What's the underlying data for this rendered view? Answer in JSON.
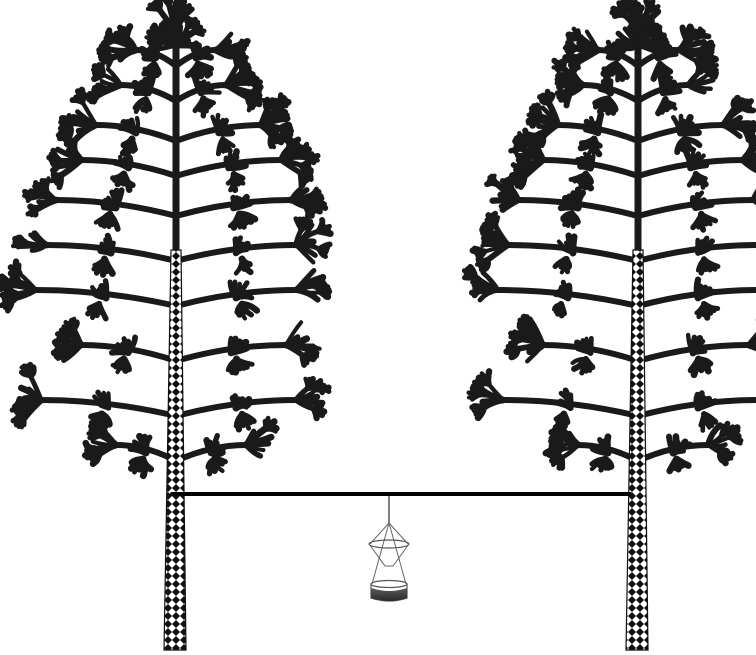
{
  "scene": {
    "colors": {
      "background": "#ffffff",
      "foliage": "#1a1a1a",
      "trunk_dark": "#111111",
      "trunk_light": "#ffffff",
      "rope": "#000000",
      "trap_liquid": "#3a3a3a",
      "trap_frame": "#555555"
    },
    "trees": [
      {
        "name": "left-tree"
      },
      {
        "name": "right-tree"
      }
    ],
    "rope": {
      "name": "suspension-rope"
    },
    "trap": {
      "name": "hanging-trap"
    }
  }
}
